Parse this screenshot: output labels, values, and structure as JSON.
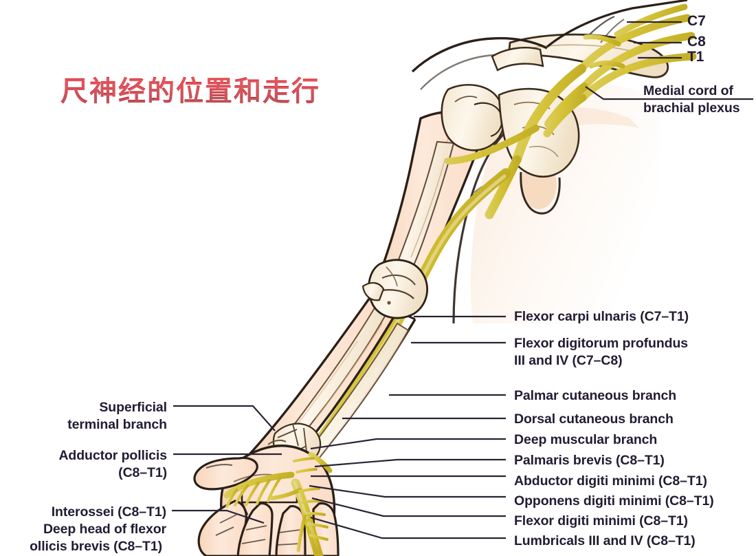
{
  "figure": {
    "title_zh": "尺神经的位置和走行",
    "title_color": "#d01c26",
    "background": "#ffffff",
    "nerve_color": "#d8c63c",
    "skin_color": "#fbe2cf",
    "bone_color": "#f7eedd",
    "outline_color": "#2b2018",
    "leader_color": "#2a2333",
    "text_color": "#231b33"
  },
  "labels_top_right": [
    {
      "name": "c7",
      "text": "C7"
    },
    {
      "name": "c8",
      "text": "C8"
    },
    {
      "name": "t1",
      "text": "T1"
    },
    {
      "name": "medial-cord-line1",
      "text": "Medial cord of"
    },
    {
      "name": "medial-cord-line2",
      "text": "brachial plexus"
    }
  ],
  "labels_right": [
    {
      "name": "flexor-carpi-ulnaris",
      "text": "Flexor carpi ulnaris (C7–T1)"
    },
    {
      "name": "flexor-digitorum-profundus-l1",
      "text": "Flexor digitorum profundus"
    },
    {
      "name": "flexor-digitorum-profundus-l2",
      "text": "III and IV (C7–C8)"
    },
    {
      "name": "palmar-cutaneous-branch",
      "text": "Palmar cutaneous branch"
    },
    {
      "name": "dorsal-cutaneous-branch",
      "text": "Dorsal cutaneous branch"
    },
    {
      "name": "deep-muscular-branch",
      "text": "Deep muscular branch"
    },
    {
      "name": "palmaris-brevis",
      "text": "Palmaris brevis (C8–T1)"
    },
    {
      "name": "abductor-digiti-minimi",
      "text": "Abductor digiti minimi (C8–T1)"
    },
    {
      "name": "opponens-digiti-minimi",
      "text": "Opponens digiti minimi (C8–T1)"
    },
    {
      "name": "flexor-digiti-minimi",
      "text": "Flexor digiti minimi (C8–T1)"
    },
    {
      "name": "lumbricals",
      "text": "Lumbricals III and IV (C8–T1)"
    }
  ],
  "labels_left": [
    {
      "name": "superficial-terminal-branch-l1",
      "text": "Superficial"
    },
    {
      "name": "superficial-terminal-branch-l2",
      "text": "terminal branch"
    },
    {
      "name": "adductor-pollicis-l1",
      "text": "Adductor pollicis"
    },
    {
      "name": "adductor-pollicis-l2",
      "text": "(C8–T1)"
    },
    {
      "name": "interossei",
      "text": "Interossei (C8–T1)"
    },
    {
      "name": "deep-head-flexor-pollicis-l1",
      "text": "Deep head of flexor"
    },
    {
      "name": "deep-head-flexor-pollicis-l2",
      "text": "ollicis brevis (C8–T1)"
    }
  ]
}
